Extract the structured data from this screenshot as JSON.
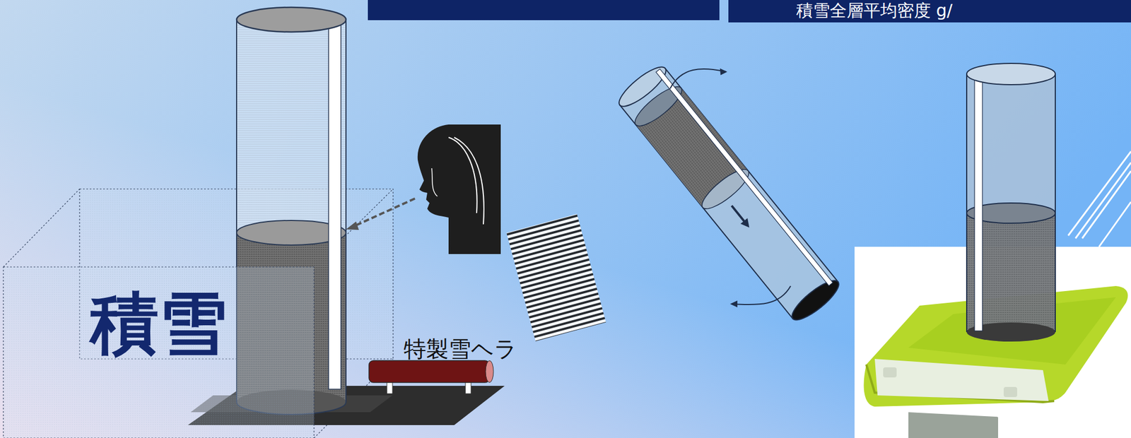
{
  "diagram": {
    "nodes": [
      {
        "text": [
          "積雪"
        ]
      }
    ],
    "labels": [
      "特製雪ヘラ",
      "積雪全層平均密度 g/"
    ]
  }
}
